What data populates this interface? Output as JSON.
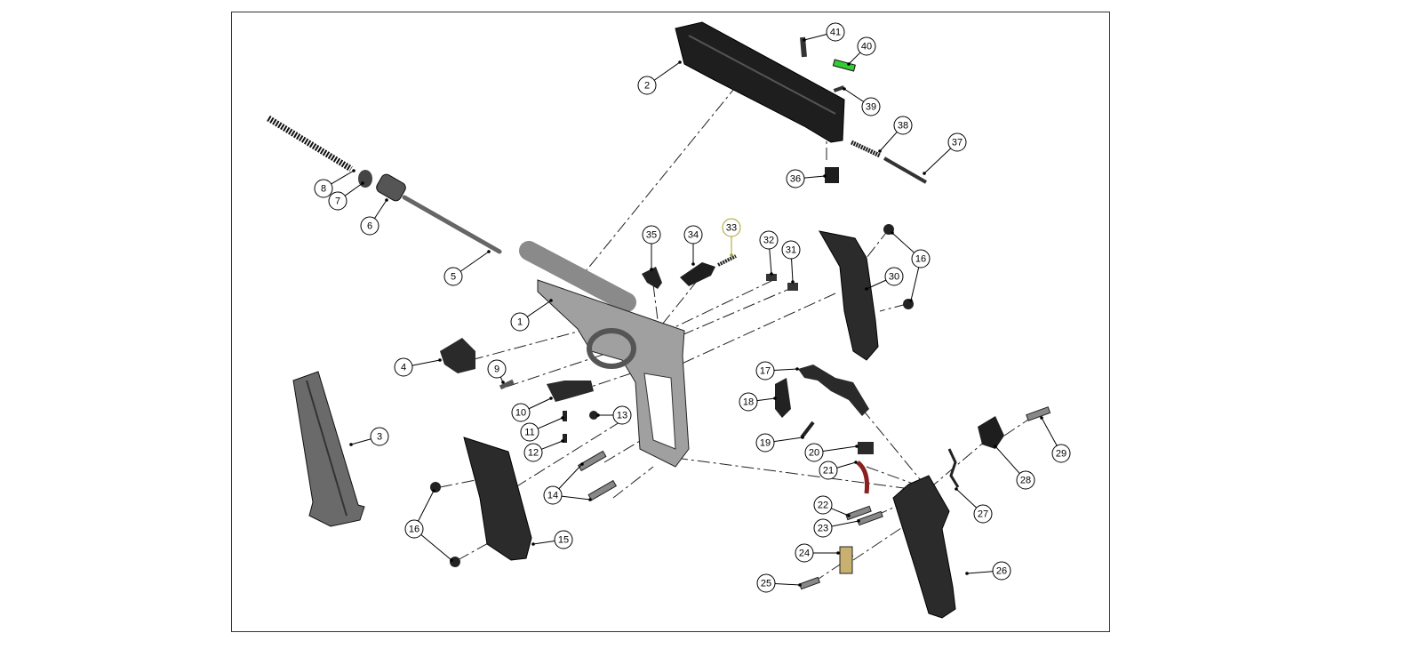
{
  "diagram": {
    "type": "exploded-parts-view",
    "accent_colors": {
      "part_40": "#33cc33",
      "callout_33": "#a8a020",
      "part_24": "#c8b070",
      "part_21": "#8a2020"
    },
    "callouts": [
      {
        "number": "41"
      },
      {
        "number": "40"
      },
      {
        "number": "2"
      },
      {
        "number": "39"
      },
      {
        "number": "38"
      },
      {
        "number": "37"
      },
      {
        "number": "36"
      },
      {
        "number": "8"
      },
      {
        "number": "7"
      },
      {
        "number": "6"
      },
      {
        "number": "5"
      },
      {
        "number": "35"
      },
      {
        "number": "34"
      },
      {
        "number": "33"
      },
      {
        "number": "32"
      },
      {
        "number": "31"
      },
      {
        "number": "16"
      },
      {
        "number": "30"
      },
      {
        "number": "1"
      },
      {
        "number": "4"
      },
      {
        "number": "9"
      },
      {
        "number": "10"
      },
      {
        "number": "11"
      },
      {
        "number": "12"
      },
      {
        "number": "13"
      },
      {
        "number": "3"
      },
      {
        "number": "17"
      },
      {
        "number": "18"
      },
      {
        "number": "19"
      },
      {
        "number": "20"
      },
      {
        "number": "21"
      },
      {
        "number": "22"
      },
      {
        "number": "23"
      },
      {
        "number": "24"
      },
      {
        "number": "25"
      },
      {
        "number": "26"
      },
      {
        "number": "27"
      },
      {
        "number": "28"
      },
      {
        "number": "29"
      },
      {
        "number": "14"
      },
      {
        "number": "15"
      },
      {
        "number": "16"
      }
    ]
  }
}
